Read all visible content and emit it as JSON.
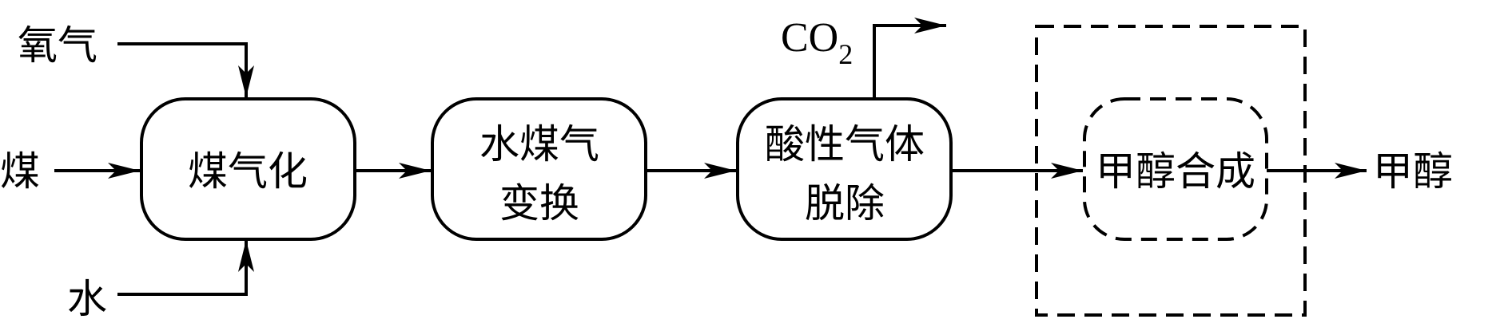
{
  "diagram": {
    "type": "process-flow",
    "inputs": {
      "oxygen": "氧气",
      "coal": "煤",
      "water": "水"
    },
    "nodes": [
      {
        "id": "gasification",
        "lines": [
          "煤气化"
        ],
        "style": "solid"
      },
      {
        "id": "shift",
        "lines": [
          "水煤气",
          "变换"
        ],
        "style": "solid"
      },
      {
        "id": "acid-removal",
        "lines": [
          "酸性气体",
          "脱除"
        ],
        "style": "solid"
      },
      {
        "id": "methanol-synthesis",
        "lines": [
          "甲醇合成"
        ],
        "style": "dashed"
      }
    ],
    "byproduct": {
      "main": "CO",
      "subscript": "2"
    },
    "output": "甲醇",
    "edges": [
      {
        "from": "oxygen",
        "to": "gasification"
      },
      {
        "from": "coal",
        "to": "gasification"
      },
      {
        "from": "water",
        "to": "gasification"
      },
      {
        "from": "gasification",
        "to": "shift"
      },
      {
        "from": "shift",
        "to": "acid-removal"
      },
      {
        "from": "acid-removal",
        "to": "co2"
      },
      {
        "from": "acid-removal",
        "to": "methanol-synthesis"
      },
      {
        "from": "methanol-synthesis",
        "to": "methanol"
      }
    ]
  }
}
